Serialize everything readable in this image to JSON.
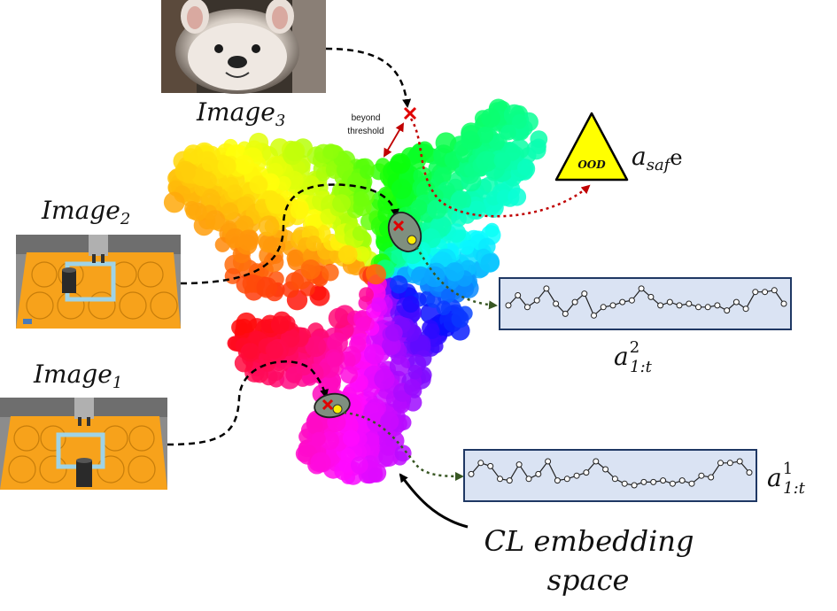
{
  "labels": {
    "image3": "Image",
    "image3_sub": "3",
    "image2": "Image",
    "image2_sub": "2",
    "image1": "Image",
    "image1_sub": "1",
    "beyond_line1": "beyond",
    "beyond_line2": "threshold",
    "ood": "OOD",
    "a_safe_main": "a",
    "a_safe_sub": "saf",
    "a_safe_tail": "e",
    "a2_main": "a",
    "a2_sup": "2",
    "a2_sub": "1:t",
    "a1_main": "a",
    "a1_sup": "1",
    "a1_sub": "1:t",
    "cl_line1": "CL embedding",
    "cl_line2": "space"
  },
  "colors": {
    "ood_triangle": "#ffff00",
    "panel_fill": "#dae3f3",
    "panel_stroke": "#1f3864",
    "arrow_red": "#c00000",
    "arrow_green": "#385723",
    "marker_red": "#e00000",
    "marker_yellow": "#ffee00",
    "ellipse_fill": "#7f8f7f",
    "table_orange": "#f7a21b",
    "table_dark": "#3b3b3b"
  },
  "icons": {
    "dog_photo": "dog-photo",
    "robot_photo_2": "robot-table-photo",
    "robot_photo_1": "robot-table-photo",
    "ood_marker": "warning-triangle-icon",
    "cross": "x-mark-icon"
  },
  "series": {
    "a2": [
      0.55,
      0.25,
      0.6,
      0.4,
      0.05,
      0.5,
      0.8,
      0.45,
      0.2,
      0.85,
      0.6,
      0.55,
      0.45,
      0.4,
      0.05,
      0.3,
      0.55,
      0.45,
      0.55,
      0.5,
      0.6,
      0.6,
      0.55,
      0.7,
      0.45,
      0.65,
      0.15,
      0.15,
      0.1,
      0.5
    ],
    "a1": [
      0.4,
      0.05,
      0.15,
      0.55,
      0.6,
      0.1,
      0.55,
      0.4,
      0.0,
      0.6,
      0.55,
      0.45,
      0.35,
      0.0,
      0.25,
      0.55,
      0.7,
      0.75,
      0.65,
      0.65,
      0.6,
      0.7,
      0.6,
      0.7,
      0.45,
      0.5,
      0.05,
      0.05,
      0.0,
      0.35
    ]
  }
}
